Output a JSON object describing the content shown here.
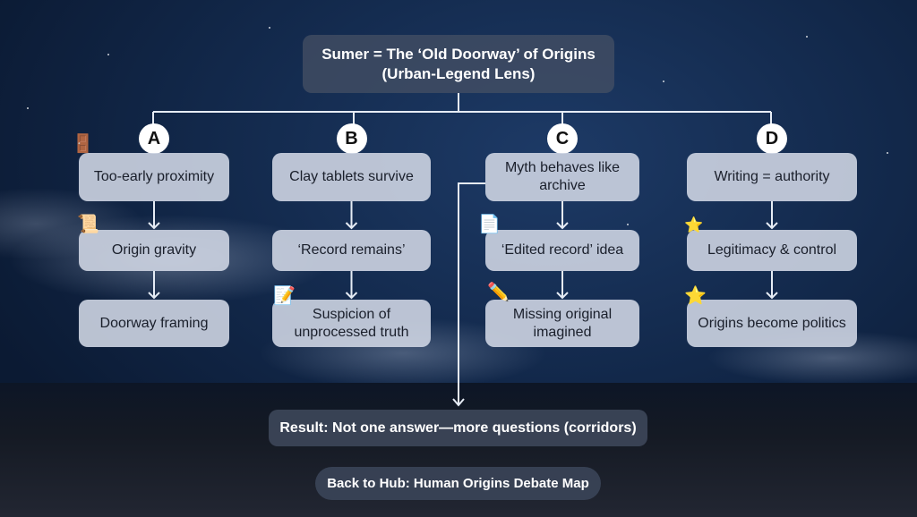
{
  "title": "Sumer = The ‘Old Doorway’ of Origins (Urban-Legend Lens)",
  "columns": [
    {
      "letter": "A",
      "nodes": [
        "Too-early proximity",
        "Origin gravity",
        "Doorway framing"
      ]
    },
    {
      "letter": "B",
      "nodes": [
        "Clay tablets survive",
        "‘Record remains’",
        "Suspicion of unprocessed truth"
      ]
    },
    {
      "letter": "C",
      "nodes": [
        "Myth behaves like archive",
        "‘Edited record’ idea",
        "Missing original imagined"
      ]
    },
    {
      "letter": "D",
      "nodes": [
        "Writing = authority",
        "Legitimacy & control",
        "Origins become politics"
      ]
    }
  ],
  "result": "Result: Not one answer—more questions (corridors)",
  "back_button": "Back to Hub: Human Origins Debate Map"
}
